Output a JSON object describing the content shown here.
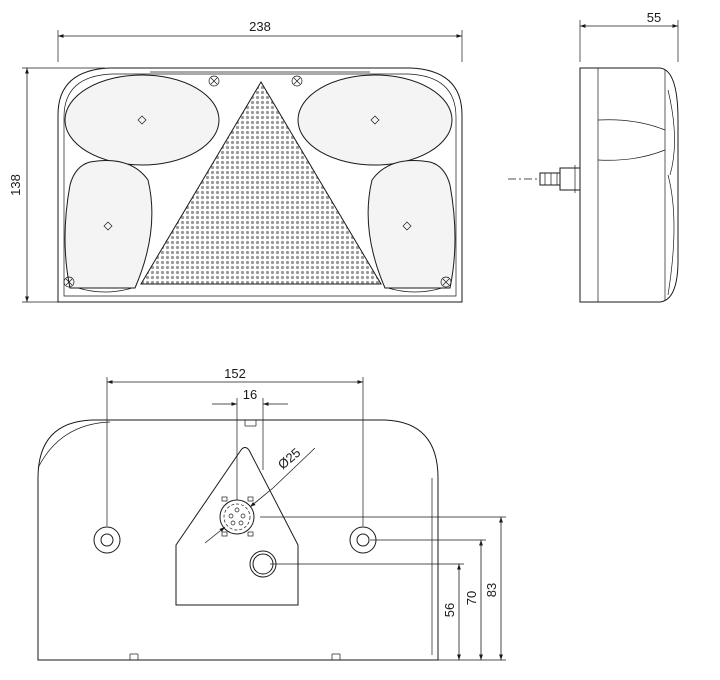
{
  "front_view": {
    "width_label": "238",
    "height_label": "138"
  },
  "side_view": {
    "depth_label": "55"
  },
  "rear_view": {
    "hole_spacing_label": "152",
    "socket_offset_label": "16",
    "socket_diameter_label": "Ø25",
    "dim_56_label": "56",
    "dim_70_label": "70",
    "dim_83_label": "83"
  },
  "colors": {
    "line": "#1a1a1a",
    "lens_fill": "#f4f4f4",
    "reflector_fill": "#d6d6d6",
    "background": "#ffffff"
  }
}
